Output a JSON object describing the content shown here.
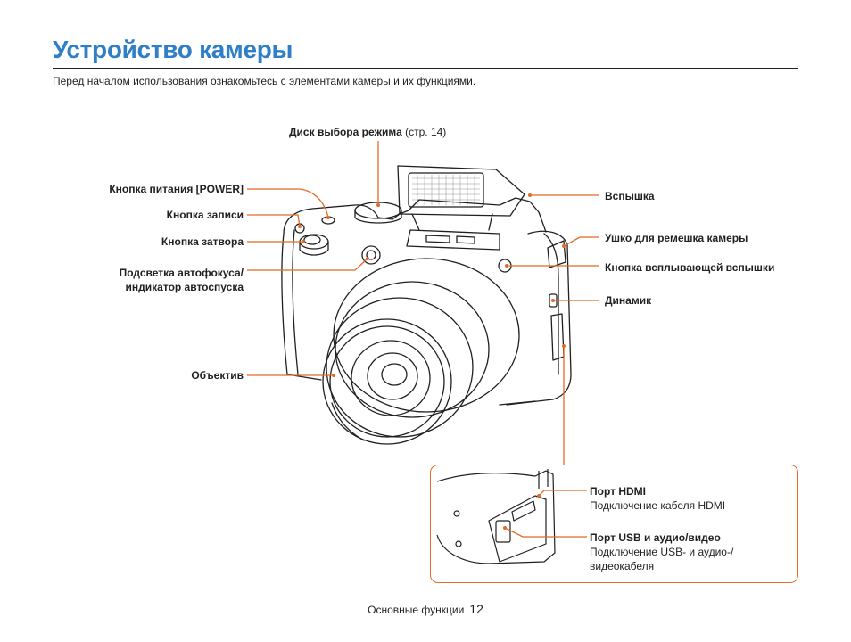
{
  "page": {
    "title": "Устройство камеры",
    "intro": "Перед началом использования ознакомьтесь с элементами камеры и их функциями."
  },
  "labels": {
    "mode_dial": {
      "bold": "Диск выбора режима",
      "normal": " (стр. 14)"
    },
    "power_button": "Кнопка питания [POWER]",
    "record_button": "Кнопка записи",
    "shutter_button": "Кнопка затвора",
    "af_lamp_line1": "Подсветка автофокуса/",
    "af_lamp_line2": "индикатор автоспуска",
    "lens": "Объектив",
    "flash": "Вспышка",
    "strap_eyelet": "Ушко для ремешка камеры",
    "flash_popup_button": "Кнопка всплывающей вспышки",
    "speaker": "Динамик"
  },
  "inset": {
    "hdmi_title": "Порт HDMI",
    "hdmi_desc": "Подключение кабеля HDMI",
    "usb_title": "Порт USB и аудио/видео",
    "usb_desc_line1": "Подключение USB- и аудио-/",
    "usb_desc_line2": "видеокабеля"
  },
  "footer": {
    "section": "Основные функции",
    "page_number": "12"
  },
  "colors": {
    "title": "#2f7fc8",
    "leader": "#e26b25",
    "text": "#231f20"
  }
}
